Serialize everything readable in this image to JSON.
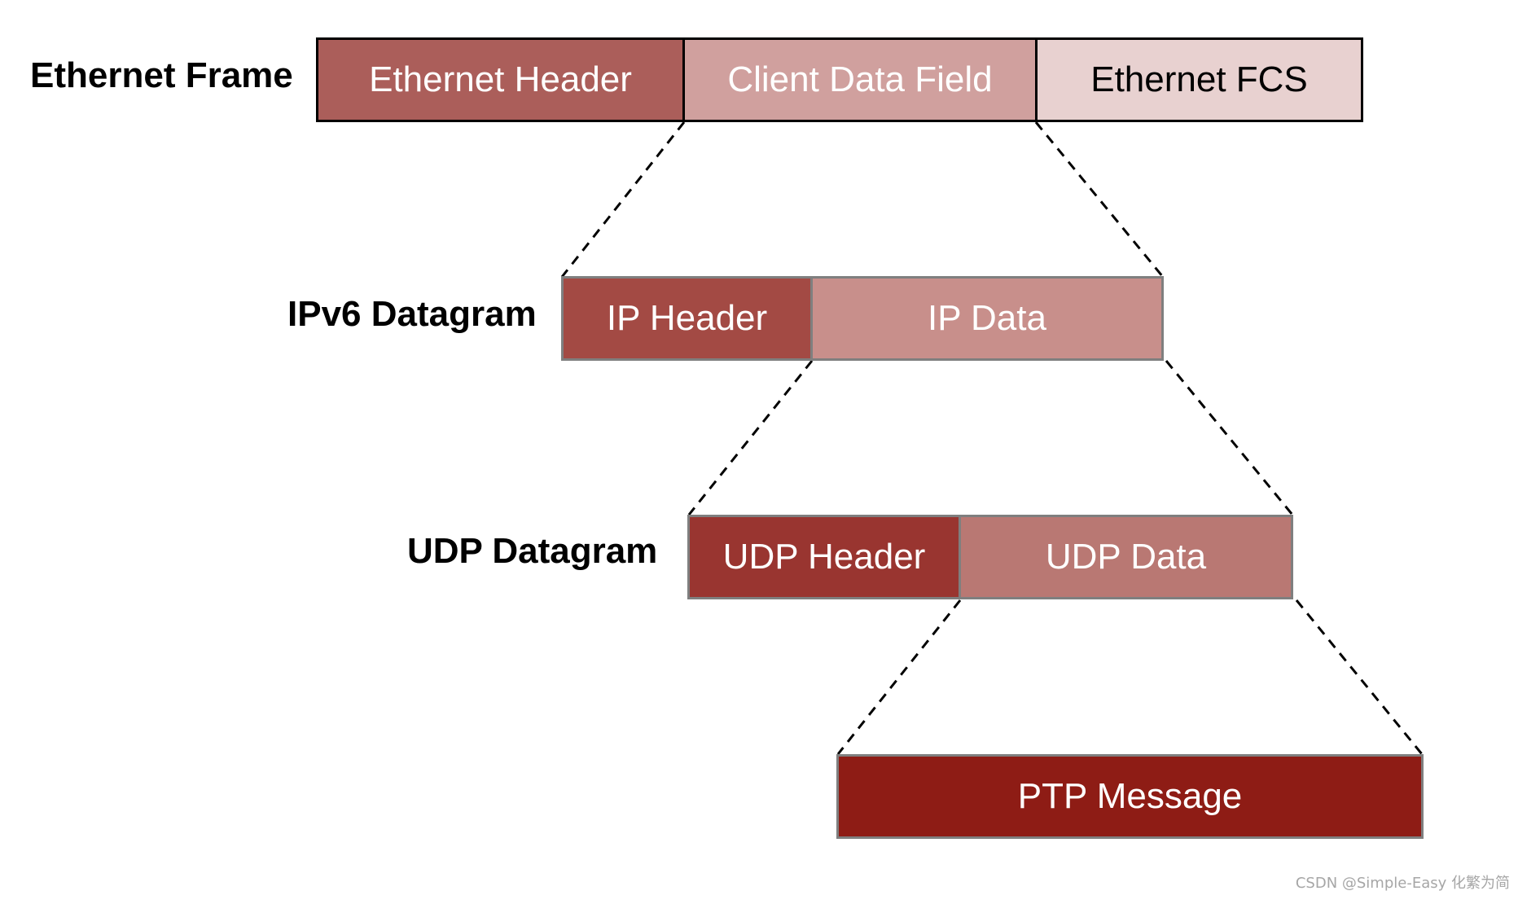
{
  "rows": [
    {
      "label": "Ethernet Frame",
      "segments": [
        {
          "label": "Ethernet Header",
          "fill": "#ab5e5a",
          "text_color": "#ffffff"
        },
        {
          "label": "Client Data Field",
          "fill": "#d0a09e",
          "text_color": "#ffffff"
        },
        {
          "label": "Ethernet FCS",
          "fill": "#e8d1d0",
          "text_color": "#000000"
        }
      ]
    },
    {
      "label": "IPv6 Datagram",
      "segments": [
        {
          "label": "IP Header",
          "fill": "#a34a44",
          "text_color": "#ffffff"
        },
        {
          "label": "IP Data",
          "fill": "#c88f8b",
          "text_color": "#ffffff"
        }
      ]
    },
    {
      "label": "UDP Datagram",
      "segments": [
        {
          "label": "UDP Header",
          "fill": "#993530",
          "text_color": "#ffffff"
        },
        {
          "label": "UDP Data",
          "fill": "#b97873",
          "text_color": "#ffffff"
        }
      ]
    },
    {
      "label": "",
      "segments": [
        {
          "label": "PTP Message",
          "fill": "#8e1c15",
          "text_color": "#ffffff"
        }
      ]
    }
  ],
  "connector_style": "dashed",
  "watermark": "CSDN @Simple-Easy 化繁为简"
}
